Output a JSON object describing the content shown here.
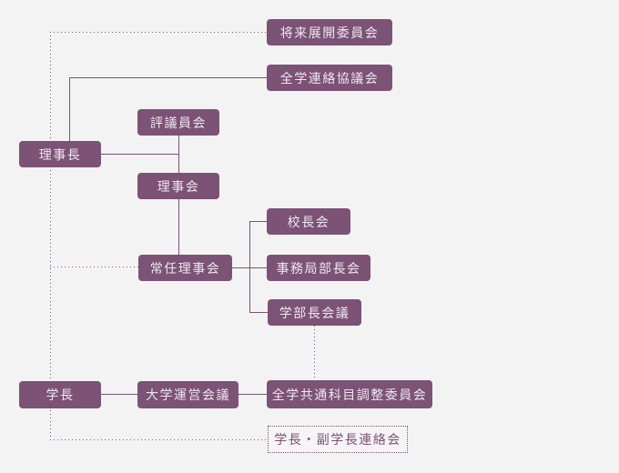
{
  "palette": {
    "background": "#f4f3f4",
    "accent": "#7c5277",
    "box_text": "#efe7ee"
  },
  "org_chart": {
    "nodes": {
      "future_committee": {
        "label": "将来展開委員会"
      },
      "liaison_council": {
        "label": "全学連絡協議会"
      },
      "councilors": {
        "label": "評議員会"
      },
      "chairman": {
        "label": "理事長"
      },
      "directors_board": {
        "label": "理事会"
      },
      "principals": {
        "label": "校長会"
      },
      "bureau_chiefs": {
        "label": "事務局部長会"
      },
      "standing_directors": {
        "label": "常任理事会"
      },
      "deans_council": {
        "label": "学部長会議"
      },
      "president": {
        "label": "学長"
      },
      "management_council": {
        "label": "大学運営会議"
      },
      "common_subjects": {
        "label": "全学共通科目調整委員会"
      },
      "president_vp_liaison": {
        "label": "学長・副学長連絡会"
      }
    },
    "connections": [
      {
        "from": "chairman",
        "to": "future_committee",
        "style": "dotted"
      },
      {
        "from": "chairman",
        "to": "liaison_council",
        "style": "solid"
      },
      {
        "from": "chairman",
        "to": "councilors",
        "style": "solid"
      },
      {
        "from": "chairman",
        "to": "directors_board",
        "style": "solid"
      },
      {
        "from": "directors_board",
        "to": "standing_directors",
        "style": "solid"
      },
      {
        "from": "chairman",
        "to": "standing_directors",
        "style": "dotted"
      },
      {
        "from": "standing_directors",
        "to": "principals",
        "style": "solid"
      },
      {
        "from": "standing_directors",
        "to": "bureau_chiefs",
        "style": "solid"
      },
      {
        "from": "standing_directors",
        "to": "deans_council",
        "style": "solid"
      },
      {
        "from": "deans_council",
        "to": "common_subjects",
        "style": "dotted"
      },
      {
        "from": "president",
        "to": "management_council",
        "style": "solid"
      },
      {
        "from": "management_council",
        "to": "common_subjects",
        "style": "solid"
      },
      {
        "from": "president",
        "to": "president_vp_liaison",
        "style": "dotted"
      }
    ]
  }
}
